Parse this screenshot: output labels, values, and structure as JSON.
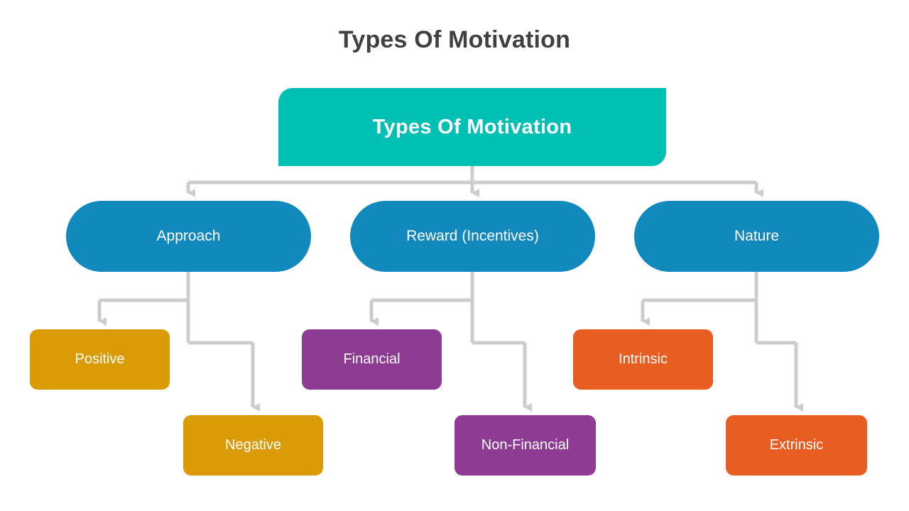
{
  "page": {
    "title": "Types Of Motivation",
    "background": "#ffffff",
    "title_color": "#404040"
  },
  "colors": {
    "root": "#00bfb3",
    "branch": "#1189bd",
    "approach_children": "#db9b06",
    "reward_children": "#8e3b93",
    "nature_children": "#e85d22",
    "connector": "#cccccc"
  },
  "diagram": {
    "type": "hierarchy-tree",
    "root": {
      "label": "Types Of Motivation"
    },
    "branches": [
      {
        "label": "Approach",
        "children": [
          {
            "label": "Positive"
          },
          {
            "label": "Negative"
          }
        ]
      },
      {
        "label": "Reward (Incentives)",
        "children": [
          {
            "label": "Financial"
          },
          {
            "label": "Non-Financial"
          }
        ]
      },
      {
        "label": "Nature",
        "children": [
          {
            "label": "Intrinsic"
          },
          {
            "label": "Extrinsic"
          }
        ]
      }
    ]
  }
}
